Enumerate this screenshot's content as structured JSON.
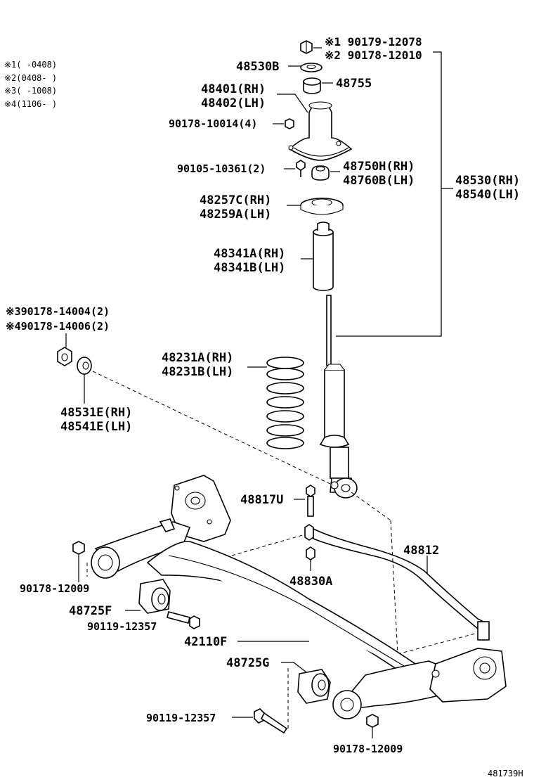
{
  "notes": [
    "※1(      -0408)",
    "※2(0408-       )",
    "※3(      -1008)",
    "※4(1106-       )"
  ],
  "labels": {
    "n90179_12078": "※1 90179-12078",
    "n90178_12010": "※2 90178-12010",
    "p48530B": "48530B",
    "p48755": "48755",
    "p48401_rh": "48401(RH)",
    "p48402_lh": "48402(LH)",
    "n90178_10014": "90178-10014(4)",
    "n90105_10361": "90105-10361(2)",
    "p48750H_rh": "48750H(RH)",
    "p48760B_lh": "48760B(LH)",
    "p48530_rh": "48530(RH)",
    "p48540_lh": "48540(LH)",
    "p48257C_rh": "48257C(RH)",
    "p48259A_lh": "48259A(LH)",
    "p48341A_rh": "48341A(RH)",
    "p48341B_lh": "48341B(LH)",
    "n90178_14004": "※390178-14004(2)",
    "n90178_14006": "※490178-14006(2)",
    "p48231A_rh": "48231A(RH)",
    "p48231B_lh": "48231B(LH)",
    "p48531E_rh": "48531E(RH)",
    "p48541E_lh": "48541E(LH)",
    "p48817U": "48817U",
    "p48812": "48812",
    "n90178_12009_a": "90178-12009",
    "p48830A": "48830A",
    "p48725F": "48725F",
    "n90119_12357_a": "90119-12357",
    "p42110F": "42110F",
    "p48725G": "48725G",
    "n90119_12357_b": "90119-12357",
    "n90178_12009_b": "90178-12009"
  },
  "figure_id": "481739H"
}
